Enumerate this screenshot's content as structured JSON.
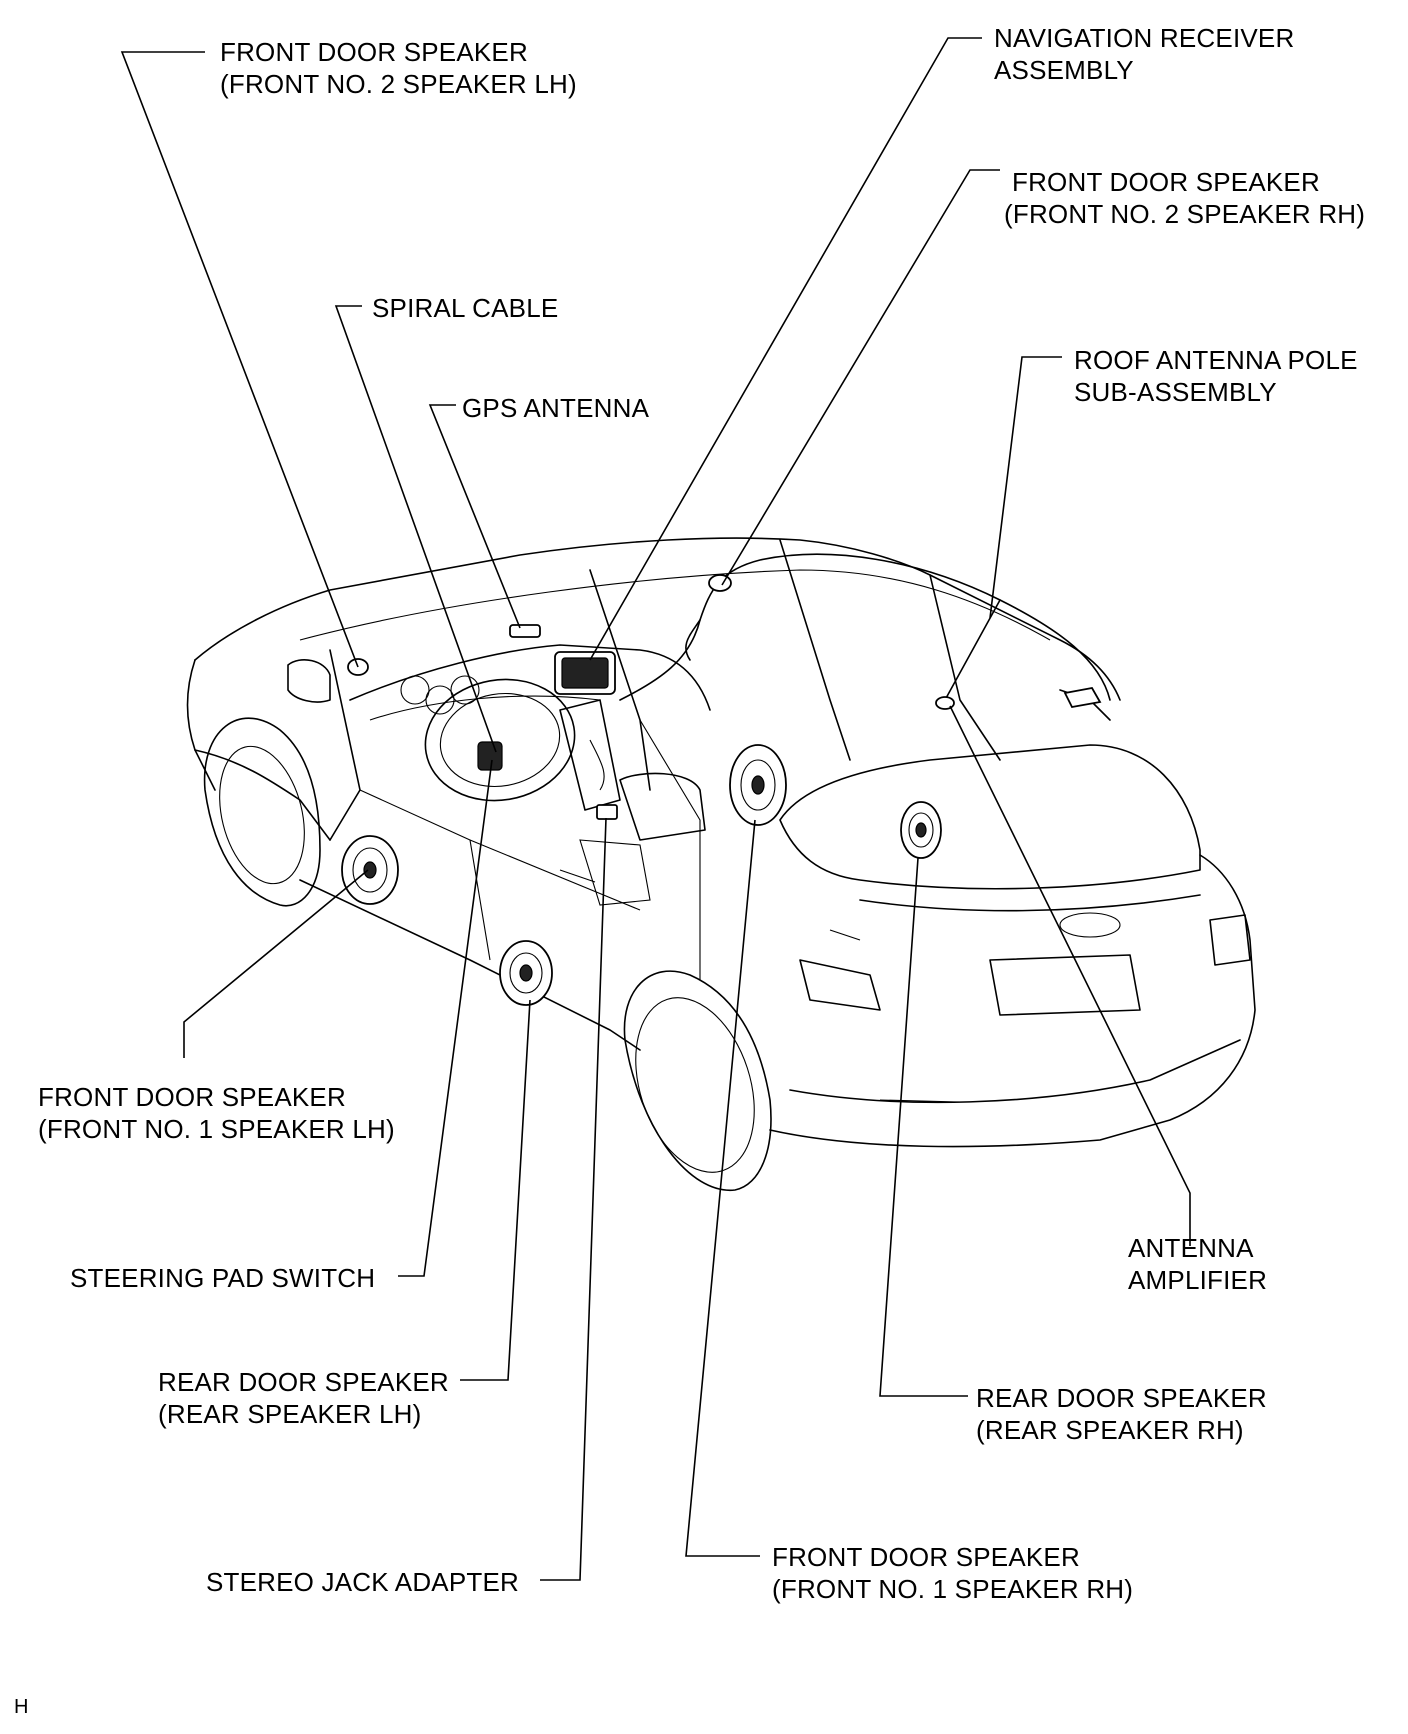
{
  "callouts": {
    "front_door_speaker_lh2": {
      "line1": "FRONT DOOR SPEAKER",
      "line2": "(FRONT NO. 2 SPEAKER LH)"
    },
    "navigation_receiver": {
      "line1": "NAVIGATION RECEIVER",
      "line2": "ASSEMBLY"
    },
    "front_door_speaker_rh2": {
      "line1": "FRONT DOOR SPEAKER",
      "line2": "(FRONT NO. 2 SPEAKER RH)"
    },
    "spiral_cable": {
      "line1": "SPIRAL CABLE"
    },
    "gps_antenna": {
      "line1": "GPS ANTENNA"
    },
    "roof_antenna_pole": {
      "line1": "ROOF ANTENNA POLE",
      "line2": "SUB-ASSEMBLY"
    },
    "front_door_speaker_lh1": {
      "line1": "FRONT DOOR SPEAKER",
      "line2": "(FRONT NO. 1 SPEAKER LH)"
    },
    "antenna_amplifier": {
      "line1": "ANTENNA",
      "line2": "AMPLIFIER"
    },
    "steering_pad_switch": {
      "line1": "STEERING PAD SWITCH"
    },
    "rear_door_speaker_lh": {
      "line1": "REAR DOOR SPEAKER",
      "line2": "(REAR SPEAKER LH)"
    },
    "rear_door_speaker_rh": {
      "line1": "REAR DOOR SPEAKER",
      "line2": "(REAR SPEAKER RH)"
    },
    "stereo_jack_adapter": {
      "line1": "STEREO JACK ADAPTER"
    },
    "front_door_speaker_rh1": {
      "line1": "FRONT DOOR SPEAKER",
      "line2": "(FRONT NO. 1 SPEAKER RH)"
    }
  },
  "corner_mark": "H",
  "colors": {
    "ink": "#000000",
    "paper": "#ffffff"
  }
}
